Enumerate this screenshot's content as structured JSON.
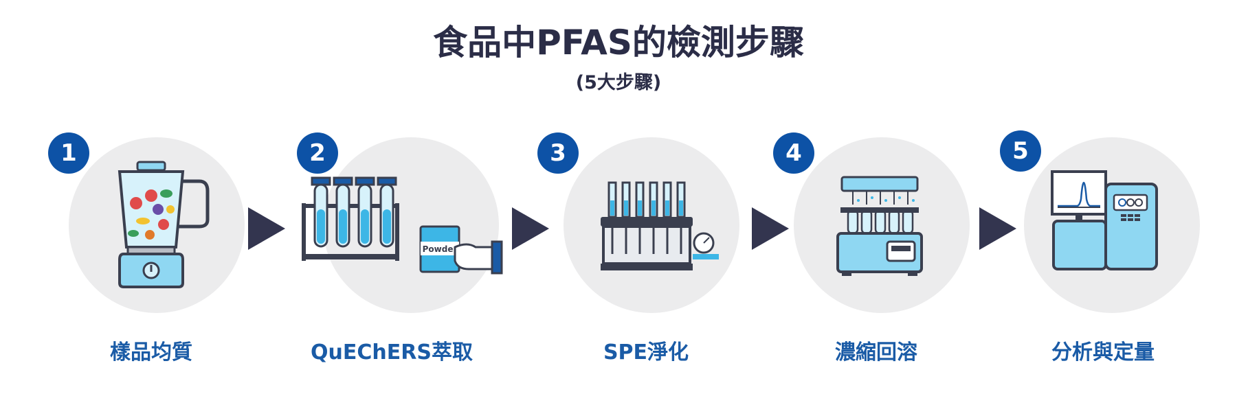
{
  "title": "食品中PFAS的檢測步驟",
  "subtitle": "(5大步驟)",
  "steps": [
    {
      "number": "1",
      "label": "樣品均質",
      "icon": "blender-icon"
    },
    {
      "number": "2",
      "label": "QuEChERS萃取",
      "icon": "test-tubes-powder-icon",
      "packet_text": "Powder"
    },
    {
      "number": "3",
      "label": "SPE淨化",
      "icon": "spe-manifold-icon"
    },
    {
      "number": "4",
      "label": "濃縮回溶",
      "icon": "evaporator-icon"
    },
    {
      "number": "5",
      "label": "分析與定量",
      "icon": "lc-ms-instrument-icon"
    }
  ],
  "colors": {
    "title": "#2b2d47",
    "badge": "#0d52a6",
    "label": "#1a5ba6",
    "arrow": "#33354f",
    "circle": "#ececed",
    "device_fill": "#8fd7f2",
    "outline": "#3a3f4f"
  }
}
